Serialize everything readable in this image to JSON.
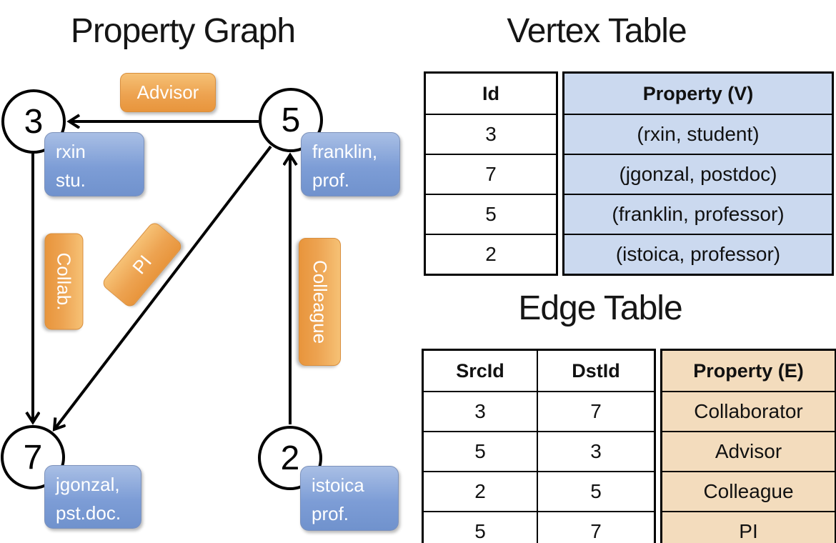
{
  "titles": {
    "graph": "Property Graph",
    "vertex_table": "Vertex Table",
    "edge_table": "Edge Table"
  },
  "graph": {
    "nodes": [
      {
        "id": "3",
        "prop_line1": "rxin",
        "prop_line2": "stu."
      },
      {
        "id": "5",
        "prop_line1": "franklin,",
        "prop_line2": "prof."
      },
      {
        "id": "7",
        "prop_line1": "jgonzal,",
        "prop_line2": "pst.doc."
      },
      {
        "id": "2",
        "prop_line1": "istoica",
        "prop_line2": "prof."
      }
    ],
    "edge_labels": {
      "advisor": "Advisor",
      "collab": "Collab.",
      "pi": "PI",
      "colleague": "Colleague"
    }
  },
  "vertex_table": {
    "headers": {
      "id": "Id",
      "property": "Property (V)"
    },
    "rows": [
      {
        "id": "3",
        "property": "(rxin, student)"
      },
      {
        "id": "7",
        "property": "(jgonzal, postdoc)"
      },
      {
        "id": "5",
        "property": "(franklin, professor)"
      },
      {
        "id": "2",
        "property": "(istoica, professor)"
      }
    ]
  },
  "edge_table": {
    "headers": {
      "src": "SrcId",
      "dst": "DstId",
      "property": "Property (E)"
    },
    "rows": [
      {
        "src": "3",
        "dst": "7",
        "property": "Collaborator"
      },
      {
        "src": "5",
        "dst": "3",
        "property": "Advisor"
      },
      {
        "src": "2",
        "dst": "5",
        "property": "Colleague"
      },
      {
        "src": "5",
        "dst": "7",
        "property": "PI"
      }
    ]
  },
  "colors": {
    "edge_label_orange": "#e8953c",
    "vertex_label_blue": "#7d9dd6",
    "vertex_table_fill": "#cbd9ef",
    "edge_table_fill": "#f3dcbd",
    "line_black": "#000000"
  }
}
